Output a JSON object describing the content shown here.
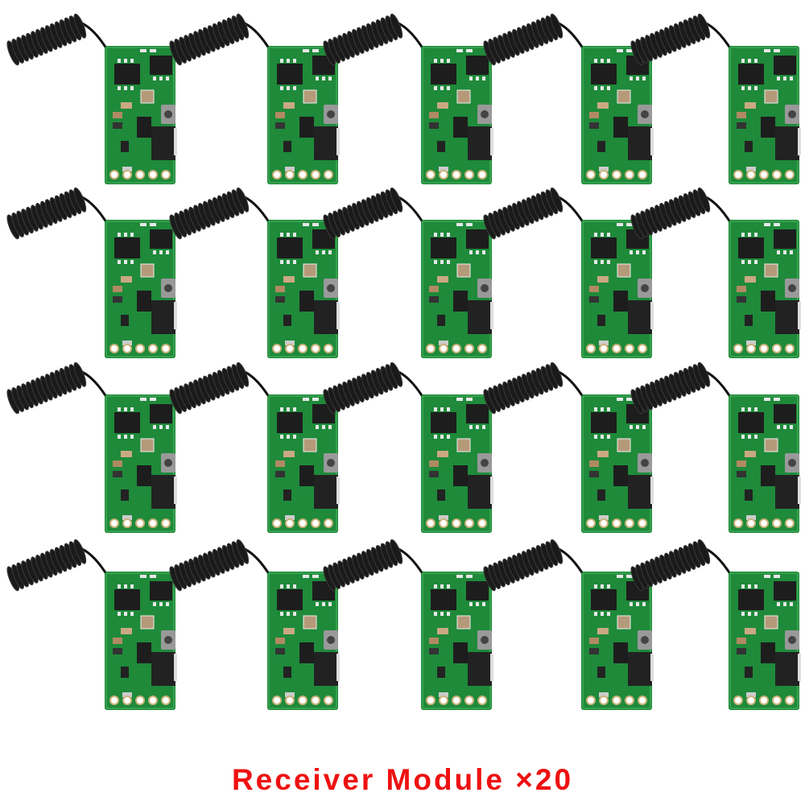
{
  "caption": "Receiver Module ×20",
  "product": {
    "rows": 4,
    "columns": 5,
    "count": 20
  },
  "colors": {
    "caption": "#ee1111",
    "pcb": "#1e8a3a",
    "antenna": "#1a1a1a"
  }
}
